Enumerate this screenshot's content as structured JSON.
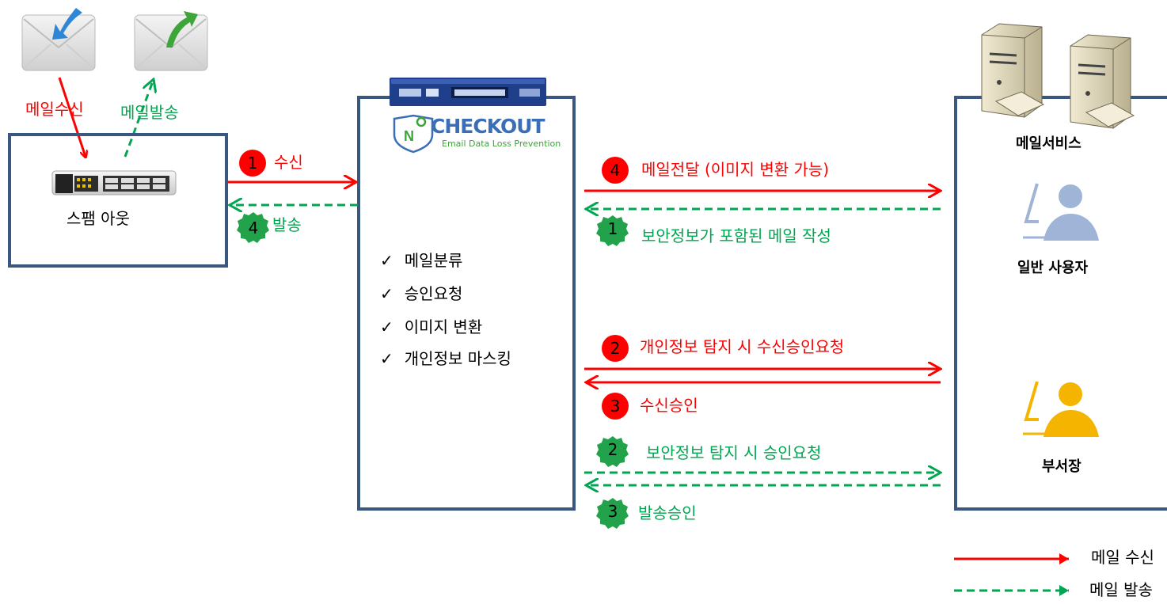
{
  "top_left": {
    "receive_mail_label": "메일수신",
    "send_mail_label": "메일발송"
  },
  "spam_box": {
    "title": "스팸 아웃"
  },
  "center_box": {
    "brand_name": "CHECKOUT",
    "brand_sub": "Email Data Loss Prevention",
    "features": [
      "메일분류",
      "승인요청",
      "이미지 변환",
      "개인정보 마스킹"
    ],
    "check_glyph": "✓"
  },
  "left_flows": {
    "receive": {
      "step": "1",
      "label": "수신"
    },
    "send": {
      "step": "4",
      "label": "발송"
    }
  },
  "right_flows": [
    {
      "step": "4",
      "label": "메일전달 (이미지 변환 가능)",
      "kind": "receive"
    },
    {
      "step": "1",
      "label": "보안정보가 포함된 메일 작성",
      "kind": "send"
    },
    {
      "step": "2",
      "label": "개인정보 탐지 시 수신승인요청",
      "kind": "receive"
    },
    {
      "step": "3",
      "label": "수신승인",
      "kind": "receive"
    },
    {
      "step": "2",
      "label": "보안정보 탐지 시 승인요청",
      "kind": "send"
    },
    {
      "step": "3",
      "label": "발송승인",
      "kind": "send"
    }
  ],
  "right_box": {
    "service_title": "메일서비스",
    "user_label": "일반 사용자",
    "manager_label": "부서장"
  },
  "legend": {
    "receive_label": "메일 수신",
    "send_label": "메일 발송"
  },
  "colors": {
    "receive": "#ff0000",
    "send": "#00a651",
    "box_border": "#3a5780",
    "user_icon": "#9fb4d6",
    "manager_icon": "#f5b400"
  }
}
